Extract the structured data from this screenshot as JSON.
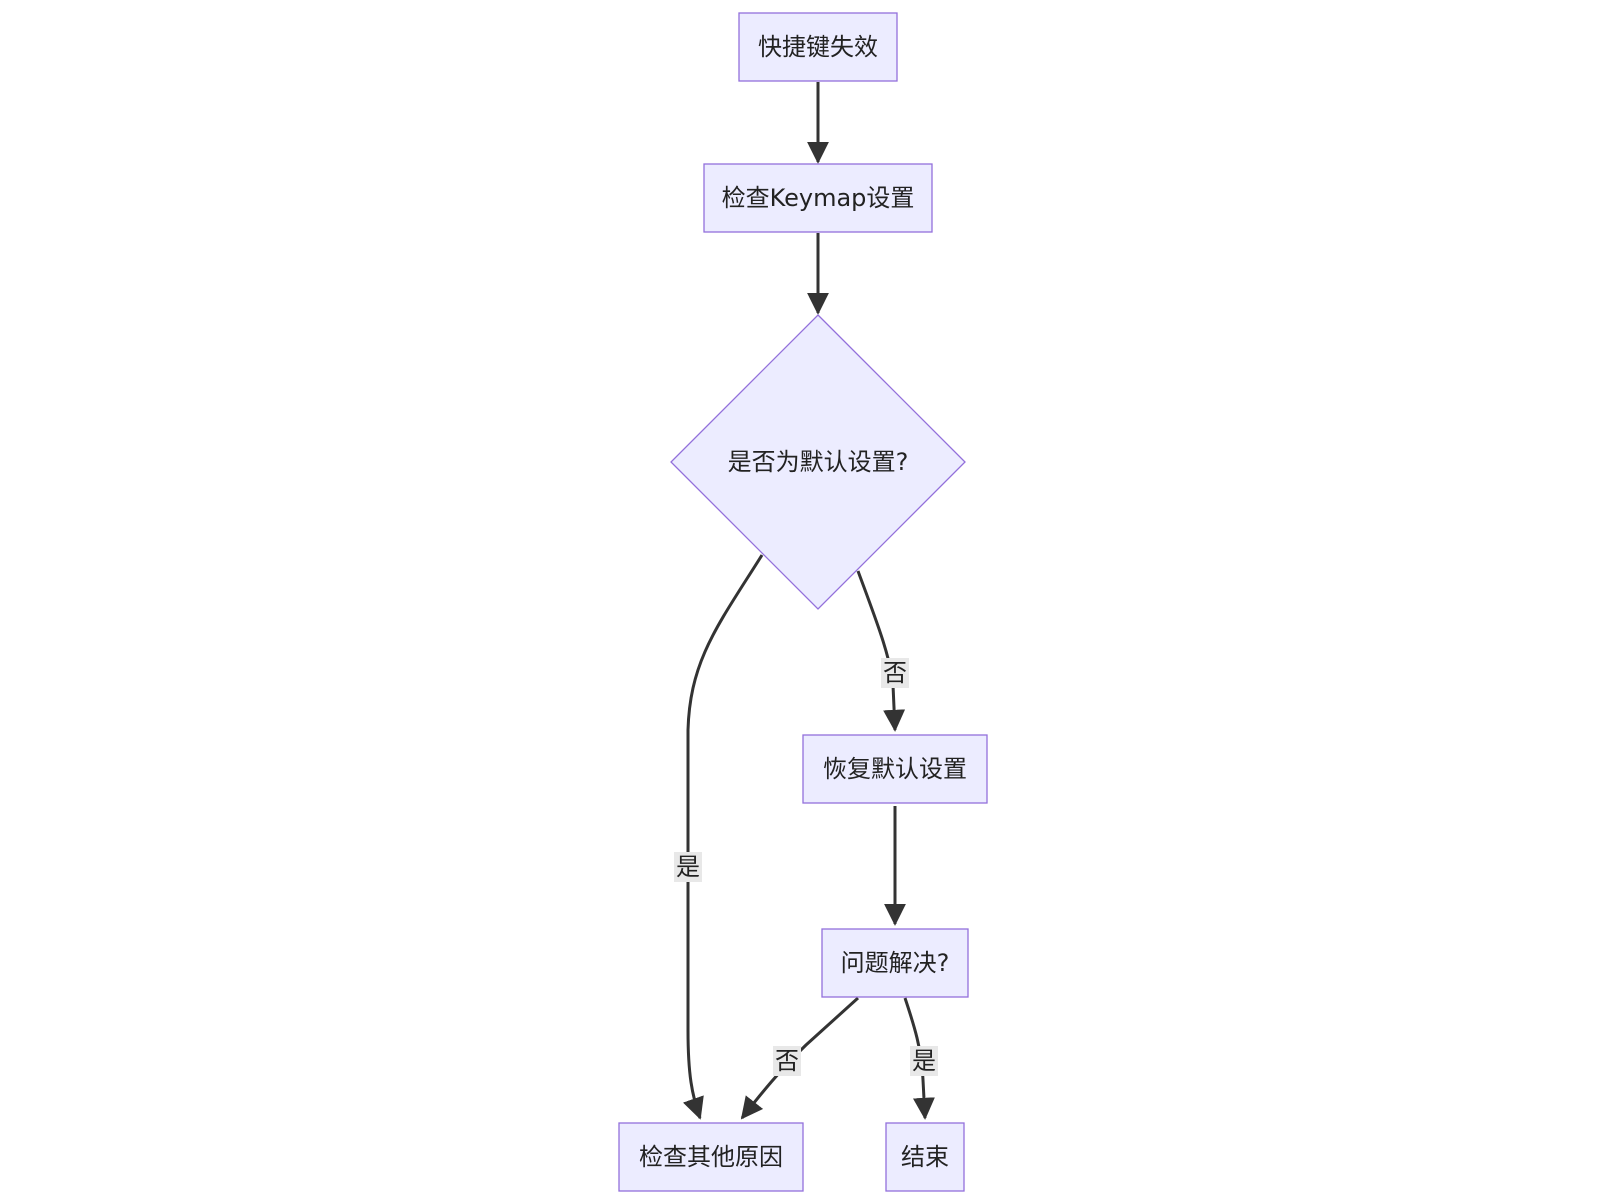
{
  "nodes": {
    "start": "快捷键失效",
    "check_keymap": "检查Keymap设置",
    "is_default": "是否为默认设置?",
    "restore_default": "恢复默认设置",
    "resolved": "问题解决?",
    "check_other": "检查其他原因",
    "end": "结束"
  },
  "edges": {
    "is_default_yes": "是",
    "is_default_no": "否",
    "resolved_no": "否",
    "resolved_yes": "是"
  },
  "colors": {
    "node_fill": "#ececff",
    "node_stroke": "#9370db",
    "edge": "#333333",
    "label_bg": "#e8e8e8"
  }
}
